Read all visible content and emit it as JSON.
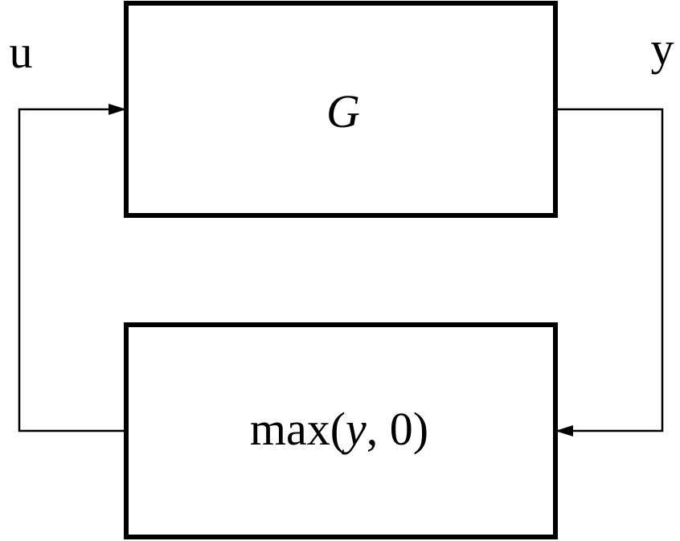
{
  "diagram": {
    "blocks": {
      "plant": {
        "label": "G"
      },
      "feedback": {
        "prefix": "max(",
        "var": "y",
        "suffix": ", 0)"
      }
    },
    "signals": {
      "input": "u",
      "output": "y"
    }
  },
  "colors": {
    "stroke": "#000000",
    "background": "#ffffff"
  }
}
